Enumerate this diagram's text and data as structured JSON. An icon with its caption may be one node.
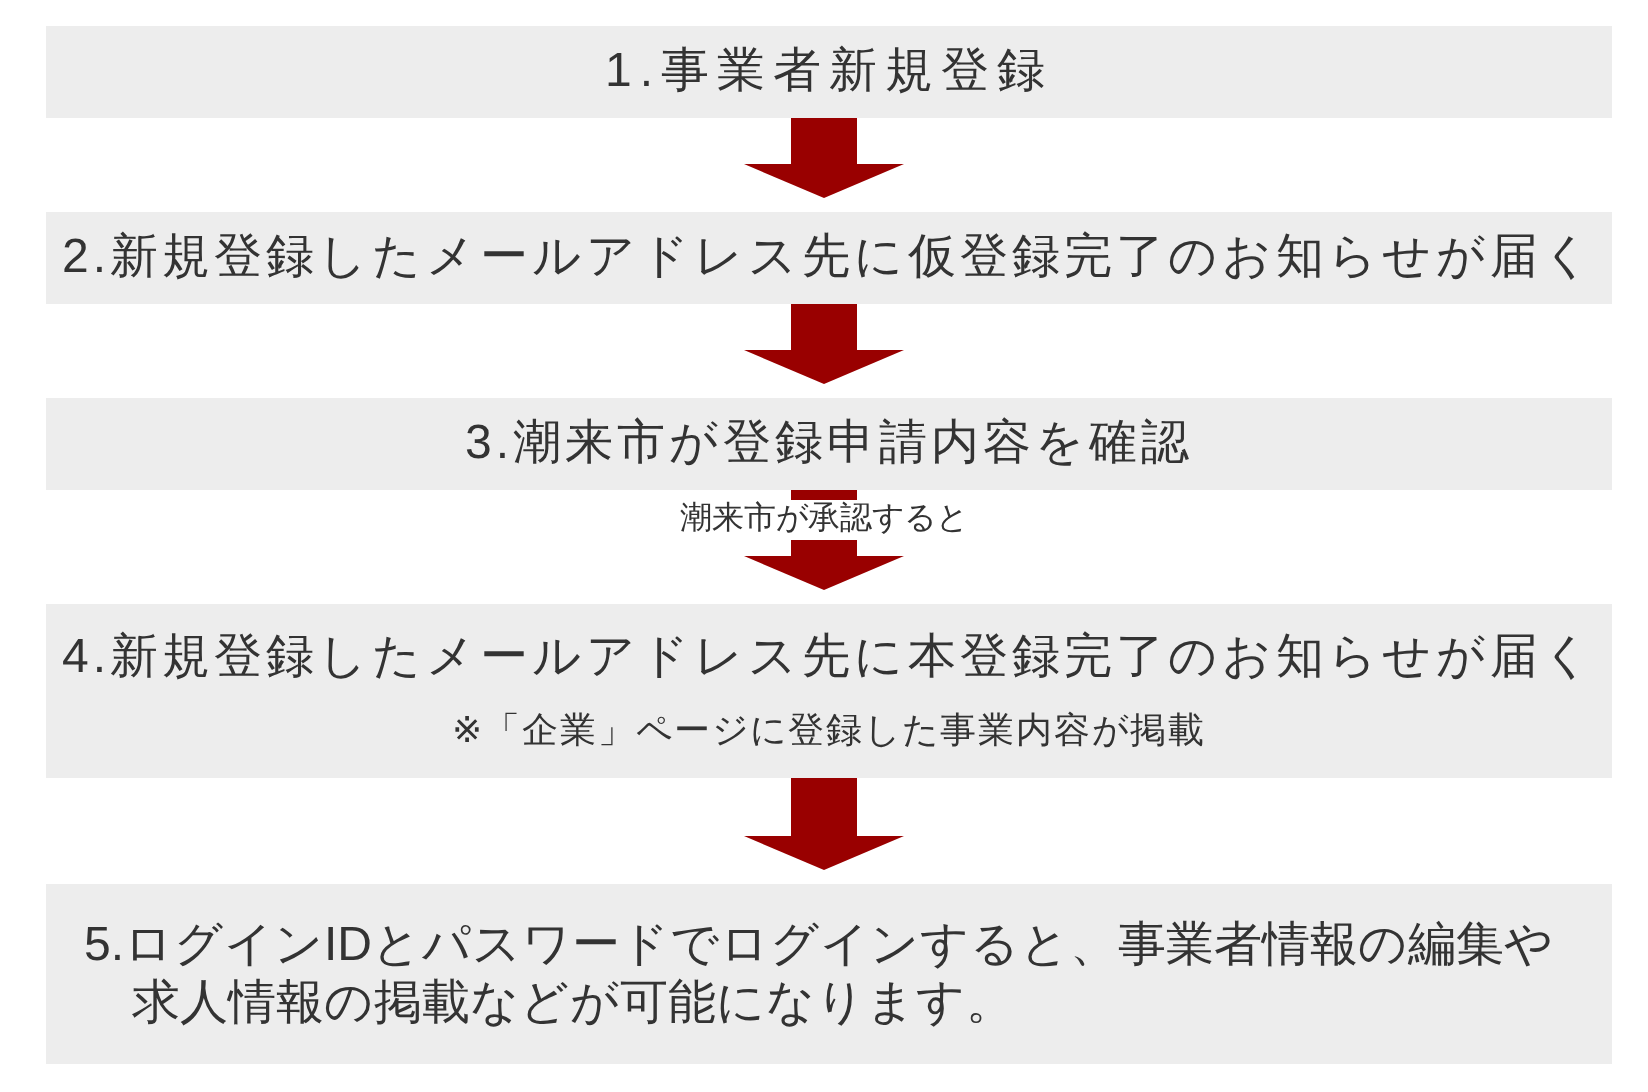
{
  "diagram": {
    "nodes": [
      {
        "text": [
          "1.事業者新規登録"
        ]
      },
      {
        "text": [
          "2.新規登録したメールアドレス先に仮登録完了のお知らせが届く"
        ]
      },
      {
        "text": [
          "3.潮来市が登録申請内容を確認"
        ]
      },
      {
        "text": [
          "4.新規登録したメールアドレス先に本登録完了のお知らせが届く",
          "※「企業」ページに登録した事業内容が掲載"
        ]
      },
      {
        "text": [
          "5.ログインIDとパスワードでログインすると、事業者情報の編集や求人情報の掲載などが可能になります。"
        ]
      }
    ],
    "edges": [
      {
        "from": 0,
        "to": 1,
        "arrow": "to",
        "color": "#990000"
      },
      {
        "from": 1,
        "to": 2,
        "arrow": "to",
        "color": "#990000"
      },
      {
        "from": 2,
        "to": 3,
        "arrow": "to",
        "label": "潮来市が承認すると",
        "color": "#990000"
      },
      {
        "from": 3,
        "to": 4,
        "arrow": "to",
        "color": "#990000"
      }
    ]
  }
}
